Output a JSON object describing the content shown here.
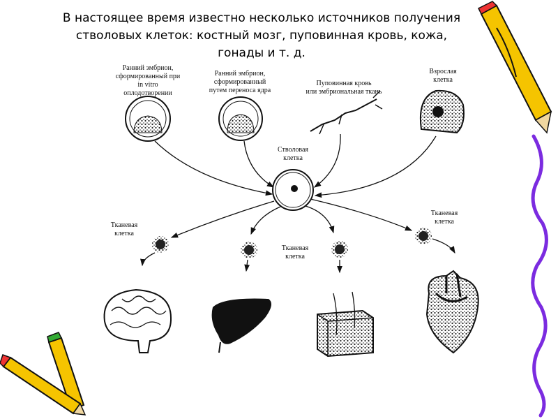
{
  "title": {
    "lines": [
      "В настоящее время известно несколько источников получения",
      "стволовых клеток: костный мозг, пуповинная кровь, кожа,",
      "гонады и т. д."
    ]
  },
  "diagram": {
    "sources": [
      {
        "lines": [
          "Ранний эмбрион,",
          "сформированный при",
          "in vitro",
          "оплодотворении"
        ]
      },
      {
        "lines": [
          "Ранний эмбрион,",
          "сформированный",
          "путем переноса ядра"
        ]
      },
      {
        "lines": [
          "Пуповинная кровь",
          "или эмбриональная ткань"
        ]
      },
      {
        "lines": [
          "Взрослая",
          "клетка"
        ]
      }
    ],
    "stem_cell": {
      "lines": [
        "Стволовая",
        "клетка"
      ]
    },
    "tissue_cell_labels": [
      {
        "lines": [
          "Тканевая",
          "клетка"
        ]
      },
      {
        "lines": [
          "Тканевая",
          "клетка"
        ]
      },
      {
        "lines": [
          "Тканевая",
          "клетка"
        ]
      }
    ],
    "organs": [
      "brain",
      "liver",
      "skin",
      "heart"
    ]
  },
  "decor": {
    "pencil_color": "#f5c400",
    "squiggle_color": "#7b2be0"
  }
}
